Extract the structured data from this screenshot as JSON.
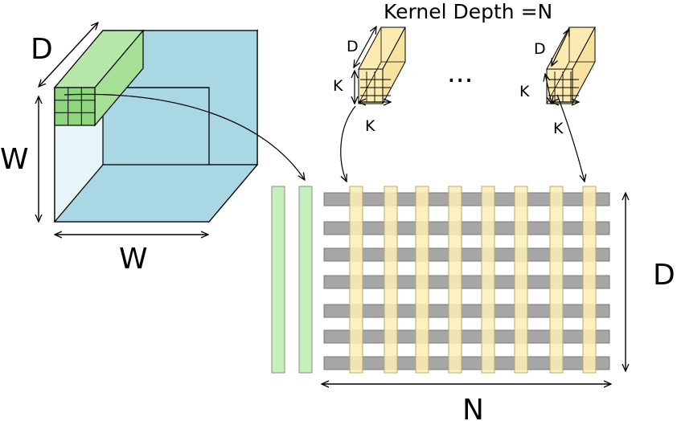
{
  "labels": {
    "kernel_depth": "Kernel Depth =N",
    "cube_depth": "D",
    "cube_height": "W",
    "cube_width": "W",
    "kernel1_depth": "D",
    "kernel1_height": "K",
    "kernel1_width": "K",
    "kernel2_depth": "D",
    "kernel2_height": "K",
    "kernel2_width": "K",
    "ellipsis": "...",
    "matrix_height": "D",
    "matrix_width": "N"
  },
  "colors": {
    "cube_fill": "#a9d8e4",
    "cube_front": "#e4f3f7",
    "column_green": "#b5e8a8",
    "kernel_yellow": "#fcebb0",
    "row_gray": "#a6a6a6",
    "stripe_yellow": "#fbeeb5"
  }
}
